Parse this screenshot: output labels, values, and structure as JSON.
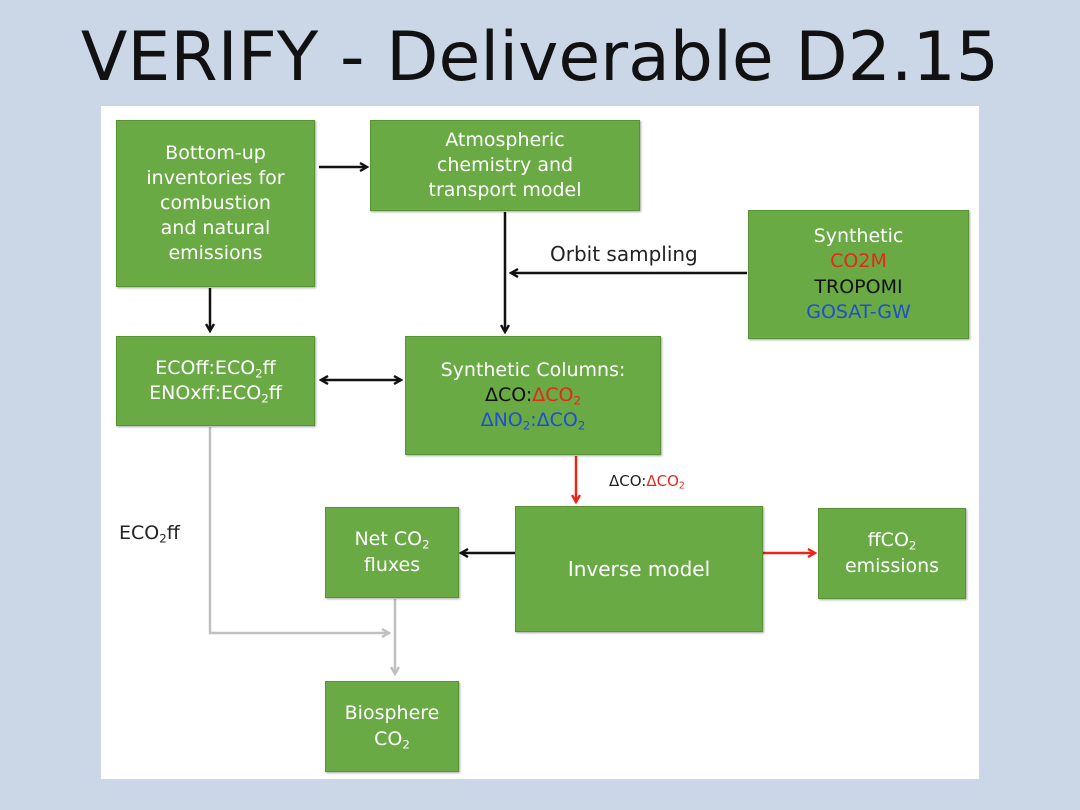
{
  "title": "VERIFY - Deliverable D2.15",
  "boxes": {
    "bottom_up": [
      "Bottom-up",
      "inventories for",
      "combustion",
      "and natural",
      "emissions"
    ],
    "atmos": [
      "Atmospheric",
      "chemistry and",
      "transport model"
    ],
    "synthetic": {
      "line1": "Synthetic",
      "line2": "CO2M",
      "line3": "TROPOMI",
      "line4": "GOSAT-GW"
    },
    "ratios": {
      "r1_a": "ECOff:ECO",
      "r1_sub": "2",
      "r1_b": "ff",
      "r2_a": "ENOxff:ECO",
      "r2_sub": "2",
      "r2_b": "ff"
    },
    "columns": {
      "header": "Synthetic Columns:",
      "l2_a": "ΔCO:",
      "l2_b": "ΔCO",
      "l2_sub": "2",
      "l3_a": "ΔNO",
      "l3_sub1": "2",
      "l3_b": ":ΔCO",
      "l3_sub2": "2"
    },
    "inverse": "Inverse model",
    "net_co2": {
      "l1_a": "Net CO",
      "l1_sub": "2",
      "l2": "fluxes"
    },
    "ffco2": {
      "l1_a": "ffCO",
      "l1_sub": "2",
      "l2": "emissions"
    },
    "biosphere": {
      "l1": "Biosphere",
      "l2_a": "CO",
      "l2_sub": "2"
    }
  },
  "labels": {
    "orbit": "Orbit sampling",
    "dco_a": "ΔCO:",
    "dco_b": "ΔCO",
    "dco_sub": "2",
    "eco2_a": "ECO",
    "eco2_sub": "2",
    "eco2_b": "ff"
  },
  "colors": {
    "background": "#cbd7e6",
    "box_green": "#6aaa45",
    "red": "#e8271b",
    "blue": "#1d4fcf",
    "gray_arrow": "#bfbfbf"
  }
}
